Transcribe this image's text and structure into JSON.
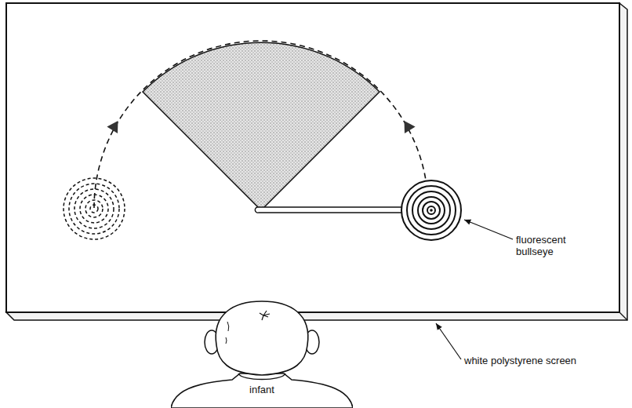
{
  "diagram": {
    "nodes": [
      {
        "text": [
          "infant"
        ]
      }
    ],
    "labels": [
      "fluorescent bullseye",
      "white polystyrene screen"
    ]
  }
}
